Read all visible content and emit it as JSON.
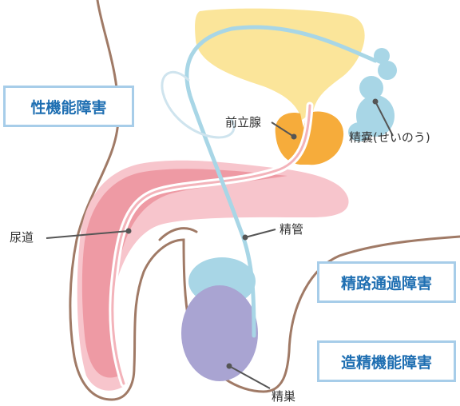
{
  "labels": {
    "prostate": "前立腺",
    "seminal_vesicle": "精嚢(せいのう)",
    "urethra": "尿道",
    "vas_deferens": "精管",
    "testis": "精巣"
  },
  "boxes": {
    "sexual_dysfunction": "性機能障害",
    "duct_obstruction": "精路通過障害",
    "spermatogenic_dysfunction": "造精機能障害"
  },
  "colors": {
    "bladder": "#fbe59a",
    "prostate": "#f6ac3b",
    "seminal_vesicle": "#a8d6e6",
    "vas_deferens": "#a8d6e6",
    "penis_body": "#ee9aa4",
    "penis_light": "#f7c5cc",
    "testis": "#a9a4d2",
    "skin_outline": "#a07a66",
    "box_border": "#a7cde9",
    "box_text": "#1f6fb2"
  }
}
